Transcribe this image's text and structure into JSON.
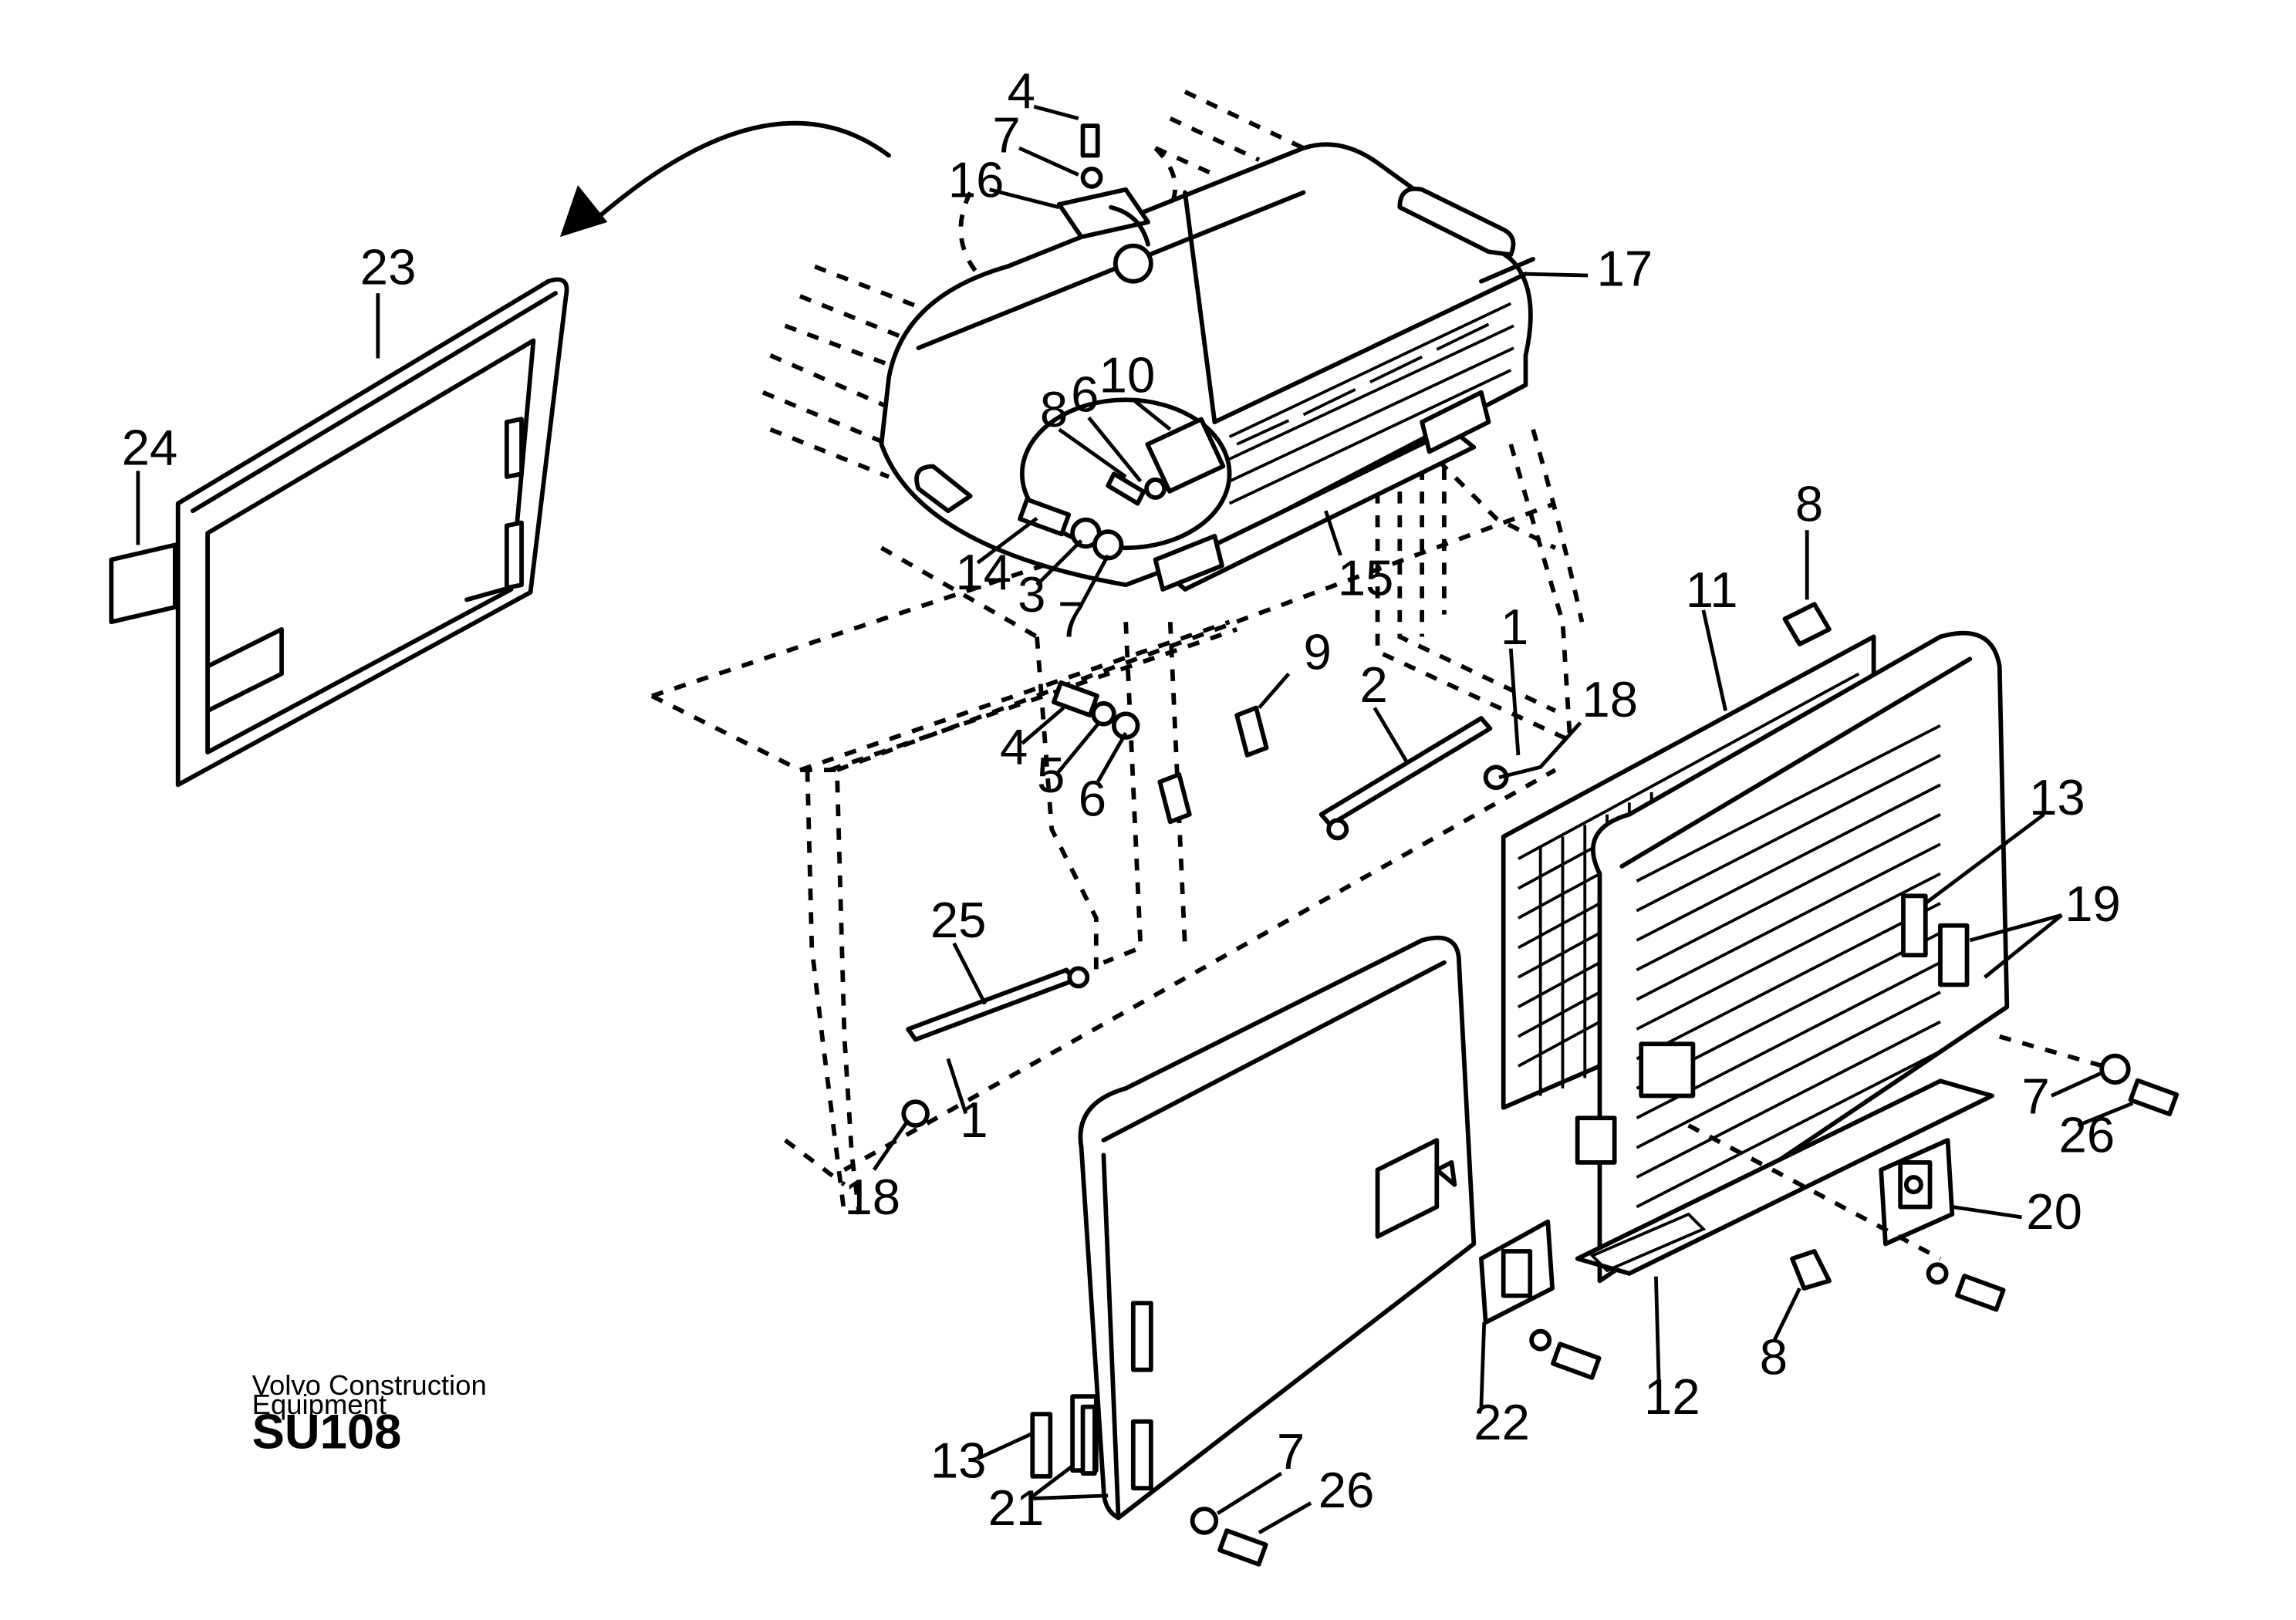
{
  "brand": {
    "line1": "Volvo Construction",
    "line2": "Equipment",
    "code": "SU108"
  },
  "labels": {
    "l4_top": "4",
    "l7_top": "7",
    "l16": "16",
    "l17": "17",
    "l10": "10",
    "l6_top": "6",
    "l8_top": "8",
    "l14": "14",
    "l3": "3",
    "l7_mid": "7",
    "l15": "15",
    "l23": "23",
    "l24": "24",
    "l9": "9",
    "l2": "2",
    "l1_right": "1",
    "l18_right": "18",
    "l4_mid": "4",
    "l5": "5",
    "l6_mid": "6",
    "l8_right": "8",
    "l11": "11",
    "l13_right": "13",
    "l19": "19",
    "l25": "25",
    "l18_left": "18",
    "l1_left": "1",
    "l7_right": "7",
    "l26_right": "26",
    "l20": "20",
    "l8_bottom": "8",
    "l12": "12",
    "l22": "22",
    "l13_left": "13",
    "l21": "21",
    "l7_bottom": "7",
    "l26_bottom": "26"
  }
}
